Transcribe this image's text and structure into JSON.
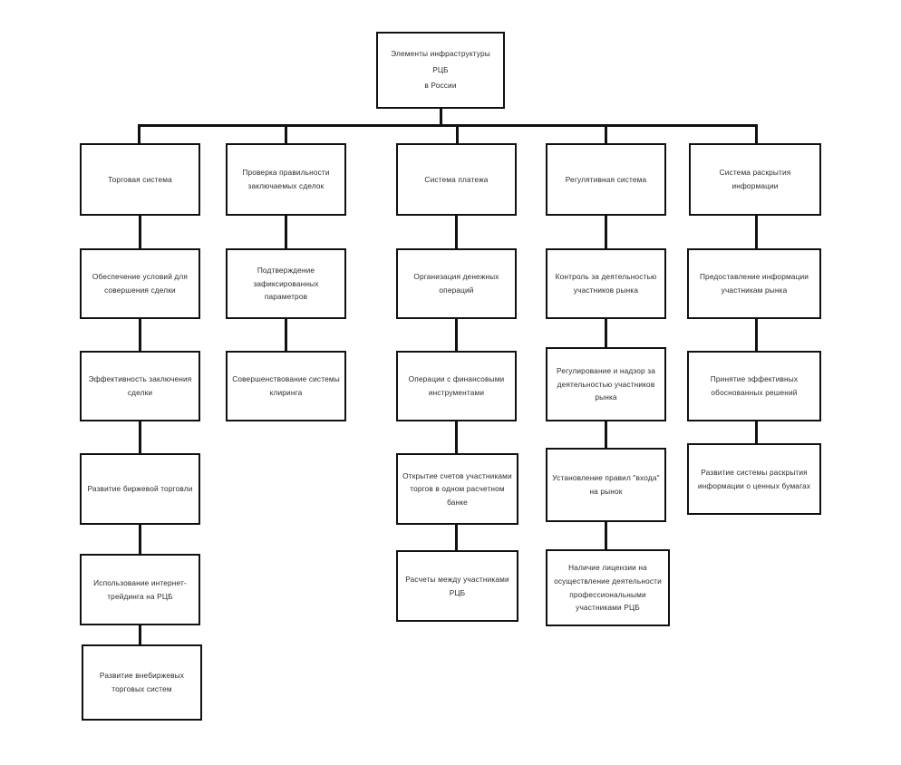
{
  "diagram": {
    "title": "Элементы инфраструктуры РЦБ в России",
    "type": "organizational-tree",
    "root": {
      "id": "root",
      "label": "Элементы инфраструктуры РЦБ\n\nв России",
      "line1": "Элементы инфраструктуры",
      "line2": "РЦБ",
      "line3": "в России"
    },
    "columns": [
      {
        "id": "col-1",
        "heading": "Торговая система",
        "nodes": [
          "Торговая система",
          "Обеспечение условий для совершения сделки",
          "Эффективность заключения сделки",
          "Развитие биржевой торговли",
          "Использование интернет-трейдинга на РЦБ",
          "Развитие внебиржевых торговых систем"
        ]
      },
      {
        "id": "col-2",
        "heading": "Проверка правильности заключаемых сделок",
        "nodes": [
          "Проверка правильности заключаемых сделок",
          "Подтверждение зафиксированных параметров",
          "Совершенствование системы клиринга"
        ]
      },
      {
        "id": "col-3",
        "heading": "Система платежа",
        "nodes": [
          "Система платежа",
          "Организация денежных операций",
          "Операции с финансовыми инструментами",
          "Открытие счетов участниками торгов в одном расчетном банке",
          "Расчеты между участниками РЦБ"
        ]
      },
      {
        "id": "col-4",
        "heading": "Регулятивная система",
        "nodes": [
          "Регулятивная система",
          "Контроль за деятельностью участников рынка",
          "Регулирование и надзор за деятельностью участников рынка",
          "Установление правил \"входа\" на рынок",
          "Наличие лицензии на осуществление деятельности профессиональными участниками РЦБ"
        ]
      },
      {
        "id": "col-5",
        "heading": "Система раскрытия информации",
        "nodes": [
          "Система раскрытия информации",
          "Предоставление информации участникам рынка",
          "Принятие эффективных обоснованных решений",
          "Развитие системы раскрытия информации о ценных бумагах"
        ]
      }
    ],
    "colors": {
      "box_border": "#111111",
      "box_fill": "#ffffff",
      "connector": "#111111",
      "text": "#2b2b2b",
      "background": "#ffffff"
    }
  }
}
